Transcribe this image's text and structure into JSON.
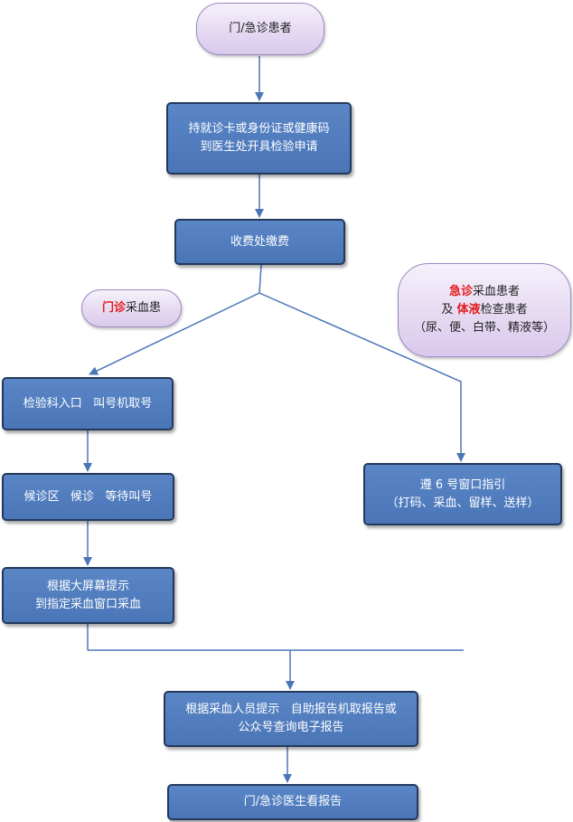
{
  "nodes": {
    "patient": {
      "text": "门/急诊患者"
    },
    "apply": {
      "line1": "持就诊卡或身份证或健康码",
      "line2": "到医生处开具检验申请"
    },
    "pay": {
      "text": "收费处缴费"
    },
    "outpatient_label": {
      "highlight": "门诊",
      "rest": "采血患"
    },
    "emergency_label": {
      "line1_highlight": "急诊",
      "line1_rest": "采血患者",
      "line2_prefix": "及 ",
      "line2_highlight": "体液",
      "line2_rest": "检查患者",
      "line3": "（尿、便、白带、精液等）"
    },
    "checkin": {
      "text": "检验科入口   叫号机取号"
    },
    "waiting": {
      "text": "候诊区   候诊   等待叫号"
    },
    "screen": {
      "line1": "根据大屏幕提示",
      "line2": "到指定采血窗口采血"
    },
    "window6": {
      "line1": "遵 6 号窗口指引",
      "line2": "（打码、采血、留样、送样）"
    },
    "report": {
      "line1": "根据采血人员提示   自助报告机取报告或",
      "line2": "公众号查询电子报告"
    },
    "doctor": {
      "text": "门/急诊医生看报告"
    }
  },
  "colors": {
    "box_fill": "#4f7cbf",
    "box_border": "#22395c",
    "pill_fill": "#e4d8f1",
    "pill_border": "#9d88c1",
    "connector": "#4a76b8",
    "highlight": "#e31b1b"
  }
}
